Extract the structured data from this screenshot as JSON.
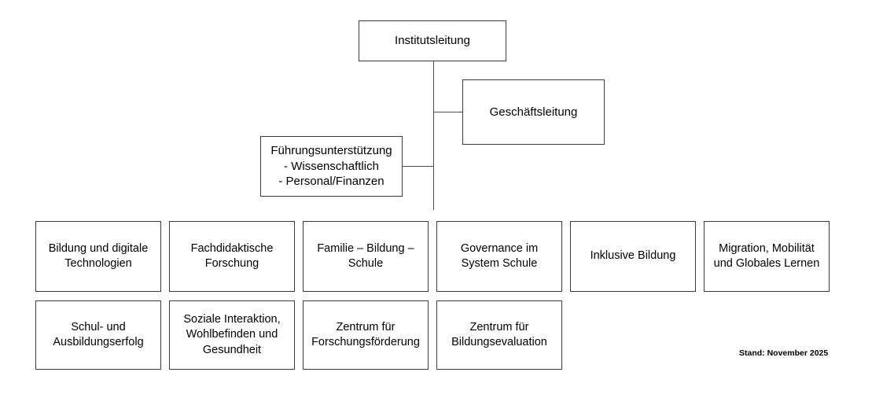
{
  "diagram": {
    "title_node": {
      "label": "Institutsleitung"
    },
    "management_node": {
      "label": "Geschäftsleitung"
    },
    "support_node": {
      "label": "Führungsunterstützung\n - Wissenschaftlich\n - Personal/Finanzen"
    },
    "units_row1": [
      {
        "label": "Bildung und digitale\nTechnologien"
      },
      {
        "label": "Fachdidaktische\nForschung"
      },
      {
        "label": "Familie – Bildung –\nSchule"
      },
      {
        "label": "Governance im\nSystem Schule"
      },
      {
        "label": "Inklusive Bildung"
      },
      {
        "label": "Migration, Mobilität\nund Globales Lernen"
      }
    ],
    "units_row2": [
      {
        "label": "Schul- und\nAusbildungserfolg"
      },
      {
        "label": "Soziale Interaktion,\nWohlbefinden und\nGesundheit"
      },
      {
        "label": "Zentrum für\nForschungsförderung"
      },
      {
        "label": "Zentrum für\nBildungsevaluation"
      }
    ],
    "footer": {
      "stamp": "Stand: November 2025"
    },
    "colors": {
      "border": "#3b3b3b",
      "connector": "#4a4a4a",
      "background": "#ffffff",
      "text": "#000000"
    }
  }
}
